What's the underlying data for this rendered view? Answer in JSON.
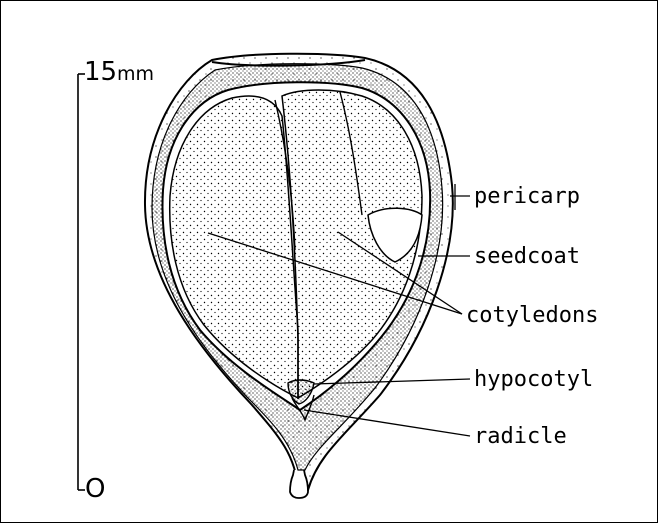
{
  "scale_bar": {
    "top_value": "15",
    "top_unit": "mm",
    "bottom_value": "O"
  },
  "labels": {
    "pericarp": "pericarp",
    "seedcoat": "seedcoat",
    "cotyledons": "cotyledons",
    "hypocotyl": "hypocotyl",
    "radicle": "radicle"
  },
  "colors": {
    "ink": "#000000",
    "background": "#ffffff"
  }
}
